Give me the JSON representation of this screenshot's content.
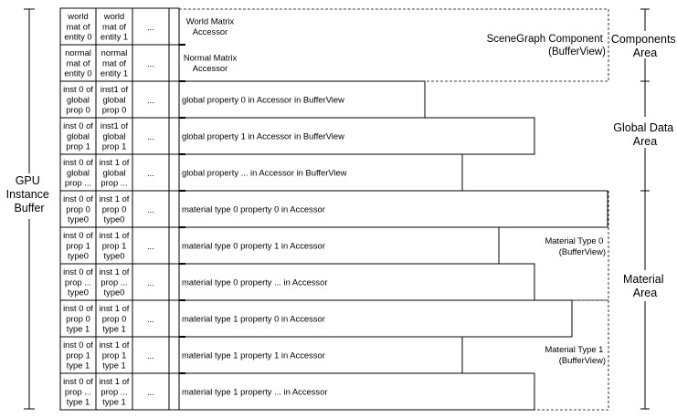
{
  "buffer_label": [
    "GPU",
    "Instance",
    "Buffer"
  ],
  "areas": {
    "components": [
      "Components",
      "Area"
    ],
    "global": [
      "Global Data",
      "Area"
    ],
    "material": [
      "Material",
      "Area"
    ]
  },
  "groups": {
    "scenegraph": [
      "SceneGraph Component",
      "(BufferView)"
    ],
    "material_type_0": [
      "Material Type 0",
      "(BufferView)"
    ],
    "material_type_1": [
      "Material Type 1",
      "(BufferView)"
    ]
  },
  "ellipsis": "...",
  "rows": [
    {
      "cell1": [
        "world",
        "mat of",
        "entity 0"
      ],
      "cell2": [
        "world",
        "mat of",
        "entity 1"
      ],
      "accessor": [
        "World Matrix",
        "Accessor"
      ]
    },
    {
      "cell1": [
        "normal",
        "mat of",
        "entity 0"
      ],
      "cell2": [
        "normal",
        "mat of",
        "entity 1"
      ],
      "accessor": [
        "Normal Matrix",
        "Accessor"
      ]
    },
    {
      "cell1": [
        "inst 0 of",
        "global",
        "prop 0"
      ],
      "cell2": [
        "inst1 of",
        "global",
        "prop 0"
      ],
      "accessor": [
        "global property 0 in Accessor in BufferView"
      ]
    },
    {
      "cell1": [
        "inst 0 of",
        "global",
        "prop 1"
      ],
      "cell2": [
        "inst1 of",
        "global",
        "prop 1"
      ],
      "accessor": [
        "global property 1 in Accessor in BufferView"
      ]
    },
    {
      "cell1": [
        "inst 0 of",
        "global",
        "prop ..."
      ],
      "cell2": [
        "inst 1 of",
        "global",
        "prop ..."
      ],
      "accessor": [
        "global property ... in Accessor in BufferView"
      ]
    },
    {
      "cell1": [
        "inst 0 of",
        "prop 0",
        "type0"
      ],
      "cell2": [
        "inst 1 of",
        "prop 0",
        "type0"
      ],
      "accessor": [
        "material type 0 property 0 in Accessor"
      ]
    },
    {
      "cell1": [
        "inst 0 of",
        "prop 1",
        "type0"
      ],
      "cell2": [
        "inst 1 of",
        "prop 1",
        "type0"
      ],
      "accessor": [
        "material type 0 property 1 in Accessor"
      ]
    },
    {
      "cell1": [
        "inst 0 of",
        "prop ...",
        "type0"
      ],
      "cell2": [
        "inst 1 of",
        "prop ...",
        "type0"
      ],
      "accessor": [
        "material type 0 property ... in Accessor"
      ]
    },
    {
      "cell1": [
        "inst 0 of",
        "prop 0",
        "type 1"
      ],
      "cell2": [
        "inst 1 of",
        "prop 0",
        "type 1"
      ],
      "accessor": [
        "material type 1 property 0 in Accessor"
      ]
    },
    {
      "cell1": [
        "inst 0 of",
        "prop 1",
        "type 1"
      ],
      "cell2": [
        "inst 1 of",
        "prop 1",
        "type 1"
      ],
      "accessor": [
        "material type 1 property 1 in Accessor"
      ]
    },
    {
      "cell1": [
        "inst 0 of",
        "prop ...",
        "type 1"
      ],
      "cell2": [
        "inst 1 of",
        "prop ...",
        "type 1"
      ],
      "accessor": [
        "material type 1 property ... in Accessor"
      ]
    }
  ]
}
